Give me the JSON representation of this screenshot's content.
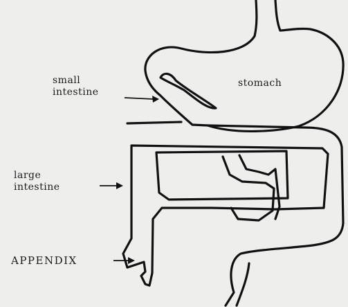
{
  "labels": {
    "small_intestine": [
      "small",
      "intestine"
    ],
    "stomach": "stomach",
    "large_intestine": [
      "large",
      "intestine"
    ],
    "appendix": "APPENDIX"
  },
  "colors": {
    "ink": "#111111",
    "paper": "#eeefec"
  }
}
